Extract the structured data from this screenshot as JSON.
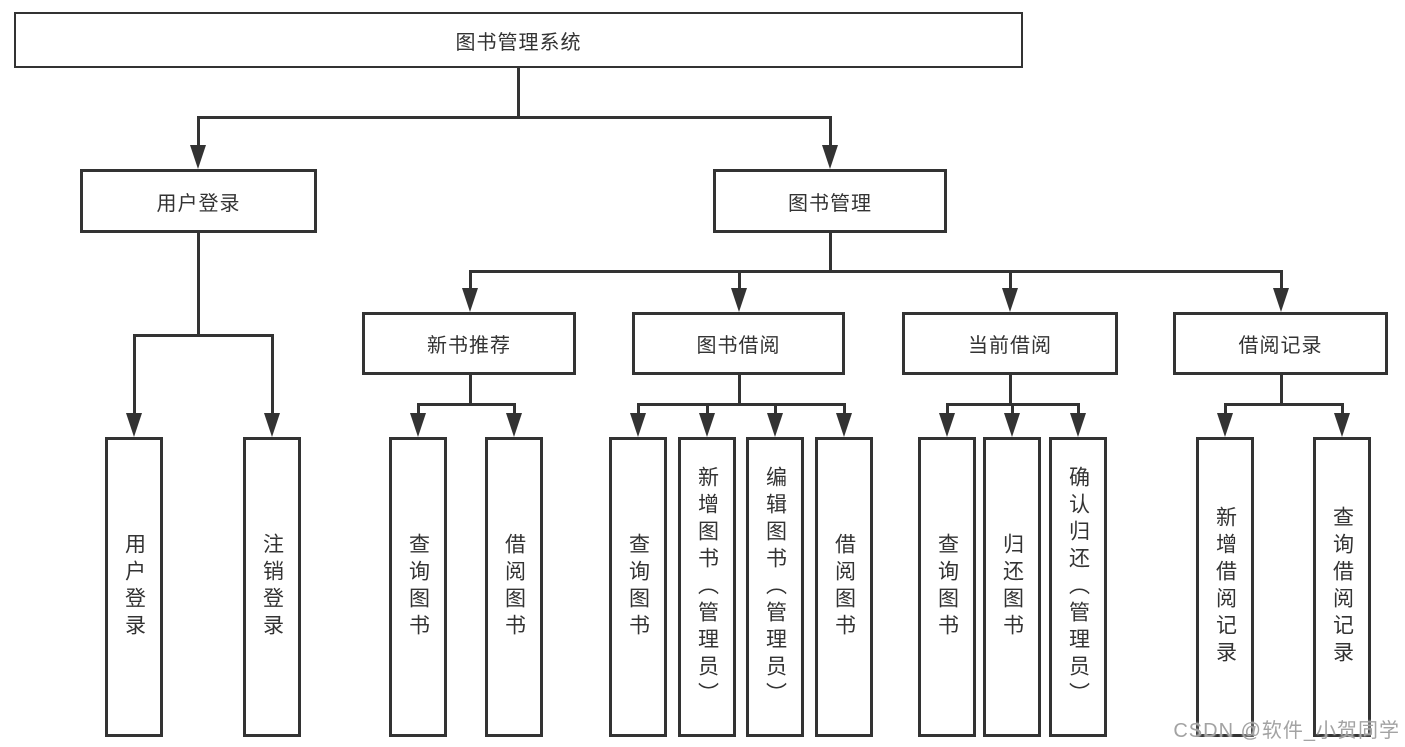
{
  "diagram_type": "hierarchy-tree",
  "hierarchy": {
    "label": "图书管理系统",
    "children": [
      {
        "label": "用户登录",
        "children": [
          {
            "label": "用户登录"
          },
          {
            "label": "注销登录"
          }
        ]
      },
      {
        "label": "图书管理",
        "children": [
          {
            "label": "新书推荐",
            "children": [
              {
                "label": "查询图书"
              },
              {
                "label": "借阅图书"
              }
            ]
          },
          {
            "label": "图书借阅",
            "children": [
              {
                "label": "查询图书"
              },
              {
                "label": "新增图书（管理员）"
              },
              {
                "label": "编辑图书（管理员）"
              },
              {
                "label": "借阅图书"
              }
            ]
          },
          {
            "label": "当前借阅",
            "children": [
              {
                "label": "查询图书"
              },
              {
                "label": "归还图书"
              },
              {
                "label": "确认归还（管理员）"
              }
            ]
          },
          {
            "label": "借阅记录",
            "children": [
              {
                "label": "新增借阅记录"
              },
              {
                "label": "查询借阅记录"
              }
            ]
          }
        ]
      }
    ]
  },
  "watermark": {
    "text": "CSDN @软件_小贺同学"
  },
  "colors": {
    "line": "#333333",
    "text": "#333333",
    "background": "#ffffff",
    "watermark": "#a3a3a3"
  }
}
